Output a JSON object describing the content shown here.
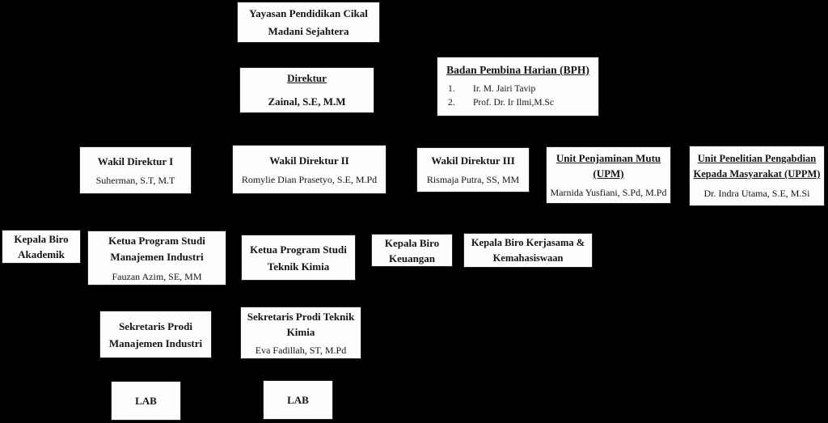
{
  "diagram": {
    "type": "org-chart",
    "colors": {
      "background": "#000000",
      "box_fill": "#ffffff",
      "box_border": "#262626",
      "text": "#151515"
    },
    "nodes": {
      "yayasan": {
        "line1": "Yayasan Pendidikan Cikal",
        "line2": "Madani Sejahtera"
      },
      "direktur": {
        "title": "Direktur",
        "person": "Zainal, S.E, M.M"
      },
      "bph": {
        "title": "Badan Pembina Harian (BPH)",
        "members": [
          {
            "no": "1.",
            "name": "Ir. M. Jairi Tavip"
          },
          {
            "no": "2.",
            "name": "Prof. Dr. Ir Ilmi,M.Sc"
          }
        ]
      },
      "wakil1": {
        "title": "Wakil Direktur I",
        "person": "Suherman, S.T, M.T"
      },
      "wakil2": {
        "title": "Wakil Direktur II",
        "person": "Romylie Dian Prasetyo, S.E, M.Pd"
      },
      "wakil3": {
        "title": "Wakil Direktur III",
        "person": "Rismaja Putra, SS, MM"
      },
      "upm": {
        "title_line1": "Unit Penjaminan Mutu",
        "title_line2": "(UPM)",
        "person": "Marnida Yusfiani, S.Pd, M.Pd"
      },
      "uppm": {
        "title_line1": "Unit Penelitian Pengabdian",
        "title_line2": "Kepada Masyarakat (UPPM)",
        "person": "Dr. Indra Utama, S.E, M.Si"
      },
      "biro_akademik": {
        "line1": "Kepala Biro",
        "line2": "Akademik"
      },
      "kaprodi_mi": {
        "title_line1": "Ketua Program Studi",
        "title_line2": "Manajemen Industri",
        "person": "Fauzan Azim, SE, MM"
      },
      "kaprodi_tk": {
        "line1": "Ketua Program Studi",
        "line2": "Teknik Kimia"
      },
      "biro_keuangan": {
        "line1": "Kepala Biro",
        "line2": "Keuangan"
      },
      "biro_kerjasama": {
        "line1": "Kepala Biro Kerjasama &",
        "line2": "Kemahasiswaan"
      },
      "sekprodi_mi": {
        "line1": "Sekretaris Prodi",
        "line2": "Manajemen Industri"
      },
      "sekprodi_tk": {
        "title_line1": "Sekretaris Prodi Teknik",
        "title_line2": "Kimia",
        "person": "Eva Fadillah, ST, M.Pd"
      },
      "lab_mi": {
        "label": "LAB"
      },
      "lab_tk": {
        "label": "LAB"
      }
    }
  }
}
